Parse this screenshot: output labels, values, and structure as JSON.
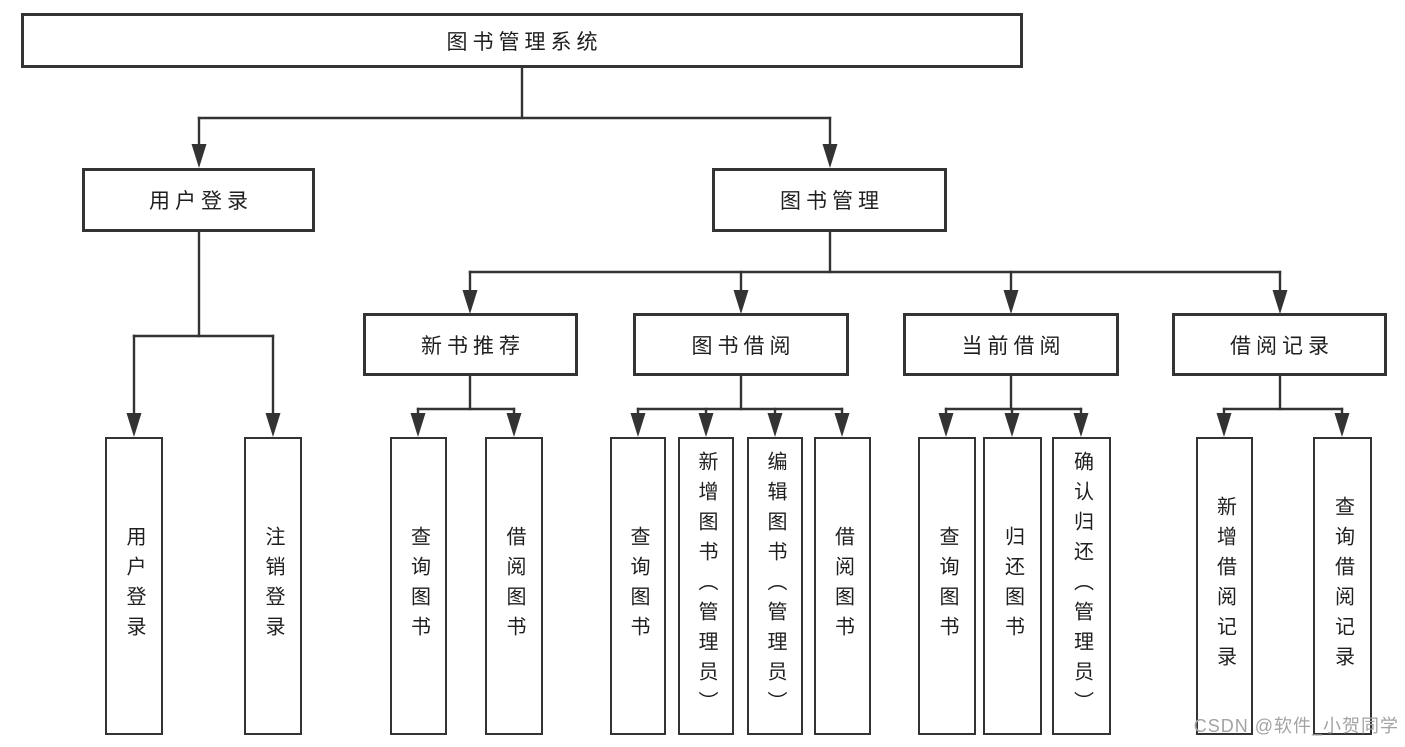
{
  "diagram": {
    "root": {
      "label": "图书管理系统"
    },
    "level2": [
      {
        "label": "用户登录"
      },
      {
        "label": "图书管理"
      }
    ],
    "level3": [
      {
        "label": "新书推荐"
      },
      {
        "label": "图书借阅"
      },
      {
        "label": "当前借阅"
      },
      {
        "label": "借阅记录"
      }
    ],
    "leaves": [
      {
        "label": "用户登录"
      },
      {
        "label": "注销登录"
      },
      {
        "label": "查询图书"
      },
      {
        "label": "借阅图书"
      },
      {
        "label": "查询图书"
      },
      {
        "label": "新增图书（管理员）"
      },
      {
        "label": "编辑图书（管理员）"
      },
      {
        "label": "借阅图书"
      },
      {
        "label": "查询图书"
      },
      {
        "label": "归还图书"
      },
      {
        "label": "确认归还（管理员）"
      },
      {
        "label": "新增借阅记录"
      },
      {
        "label": "查询借阅记录"
      }
    ]
  },
  "watermark": {
    "text": "CSDN @软件_小贺同学"
  },
  "colors": {
    "line": "#333333",
    "text": "#1f1f1f",
    "watermark": "#a3a3a3",
    "background": "#ffffff"
  }
}
